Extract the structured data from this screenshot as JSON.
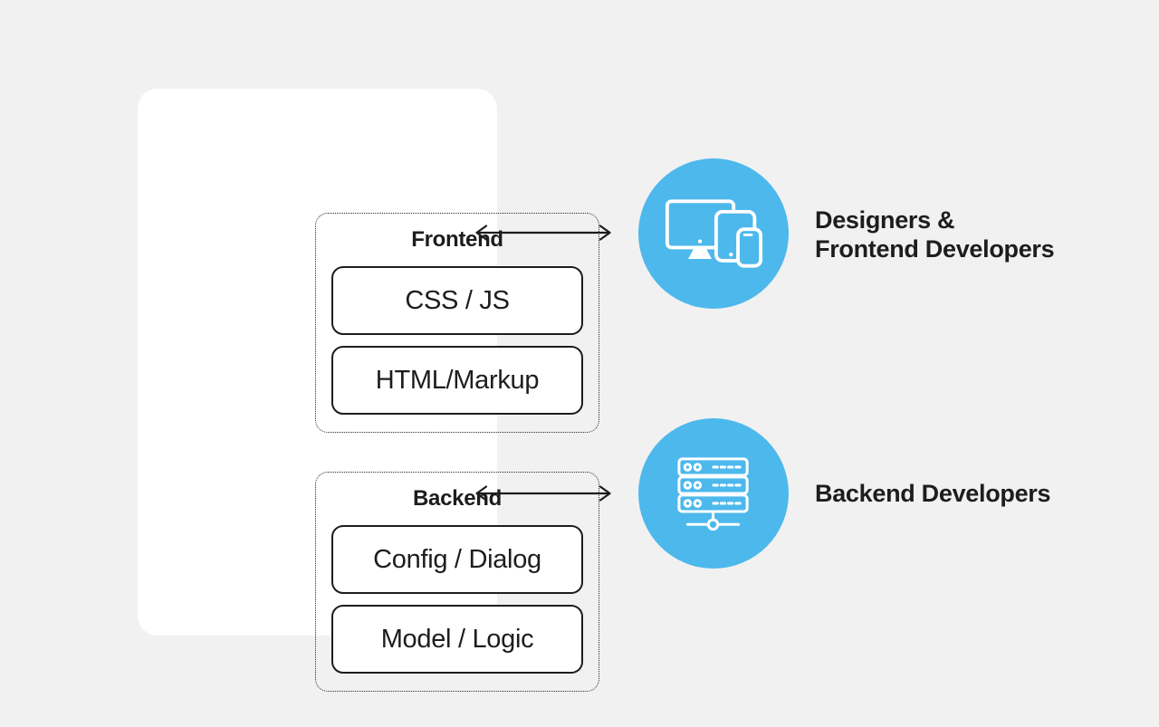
{
  "colors": {
    "background": "#f1f1f1",
    "panel": "#ffffff",
    "accent_blue": "#4db8ec",
    "ink": "#1d1d1d"
  },
  "stack_panel": {
    "groups": [
      {
        "title": "Frontend",
        "items": [
          {
            "label": "CSS / JS"
          },
          {
            "label": "HTML/Markup"
          }
        ]
      },
      {
        "title": "Backend",
        "items": [
          {
            "label": "Config / Dialog"
          },
          {
            "label": "Model / Logic"
          }
        ]
      }
    ]
  },
  "actors": [
    {
      "icon": "devices-icon",
      "lines": [
        "Designers &",
        "Frontend Developers"
      ]
    },
    {
      "icon": "server-icon",
      "lines": [
        "Backend Developers"
      ]
    }
  ]
}
